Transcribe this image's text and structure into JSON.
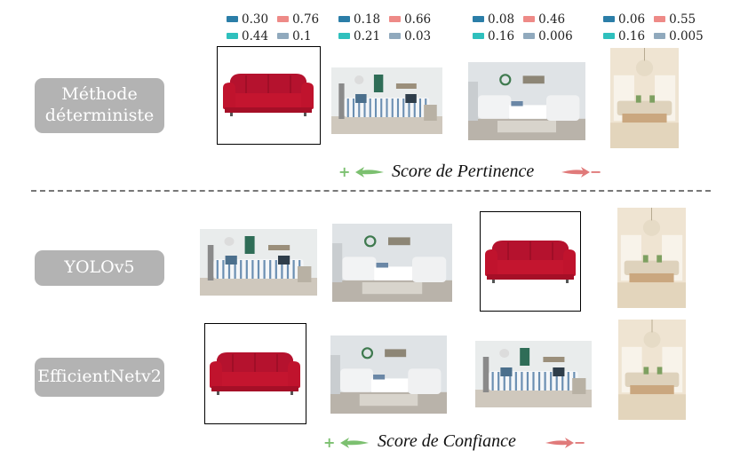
{
  "rows": [
    {
      "label": "Méthode\ndéterministe"
    },
    {
      "label": "YOLOv5"
    },
    {
      "label": "EfficientNetv2"
    }
  ],
  "legend_colors": {
    "dark_blue": "#2b7ea8",
    "salmon": "#ee8a87",
    "teal": "#2fc0bd",
    "grey_blue": "#90a9bd"
  },
  "legends": [
    {
      "v": [
        "0.30",
        "0.76",
        "0.44",
        "0.1"
      ]
    },
    {
      "v": [
        "0.18",
        "0.66",
        "0.21",
        "0.03"
      ]
    },
    {
      "v": [
        "0.08",
        "0.46",
        "0.16",
        "0.006"
      ]
    },
    {
      "v": [
        "0.06",
        "0.55",
        "0.16",
        "0.005"
      ]
    }
  ],
  "score_pertinence": "Score de Pertinence",
  "score_confiance": "Score de Confiance",
  "plus": "+",
  "minus": "−"
}
